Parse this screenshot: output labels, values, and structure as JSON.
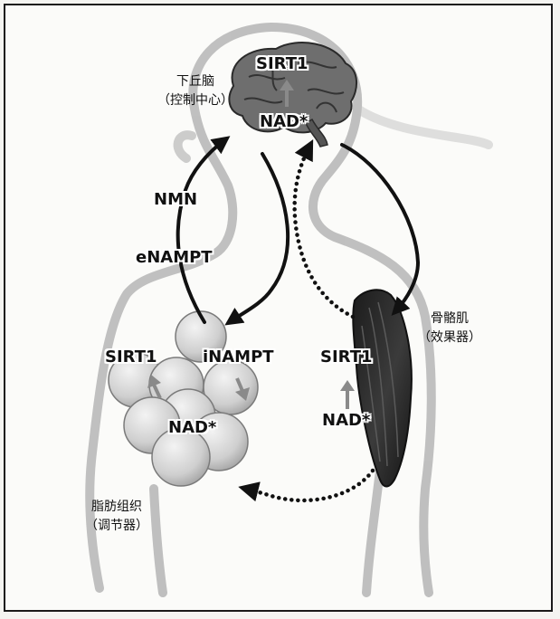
{
  "organs": {
    "hypothalamus": {
      "name": "下丘脑",
      "role": "（控制中心）"
    },
    "muscle": {
      "name": "骨骼肌",
      "role": "（效果器）"
    },
    "adipose": {
      "name": "脂肪组织",
      "role": "（调节器）"
    }
  },
  "molecules": {
    "brain_sirt1": "SIRT1",
    "brain_nad": "NAD*",
    "nmn": "NMN",
    "enampt": "eNAMPT",
    "fat_sirt1": "SIRT1",
    "fat_inampt": "iNAMPT",
    "fat_nad": "NAD*",
    "muscle_sirt1": "SIRT1",
    "muscle_nad": "NAD*"
  },
  "colors": {
    "arrow": "#111111",
    "silhouette": "#b9b9b9",
    "muscle": "#2b2b2b",
    "brain": "#6e6e6e",
    "fat_cell": "#d3d3d3"
  }
}
